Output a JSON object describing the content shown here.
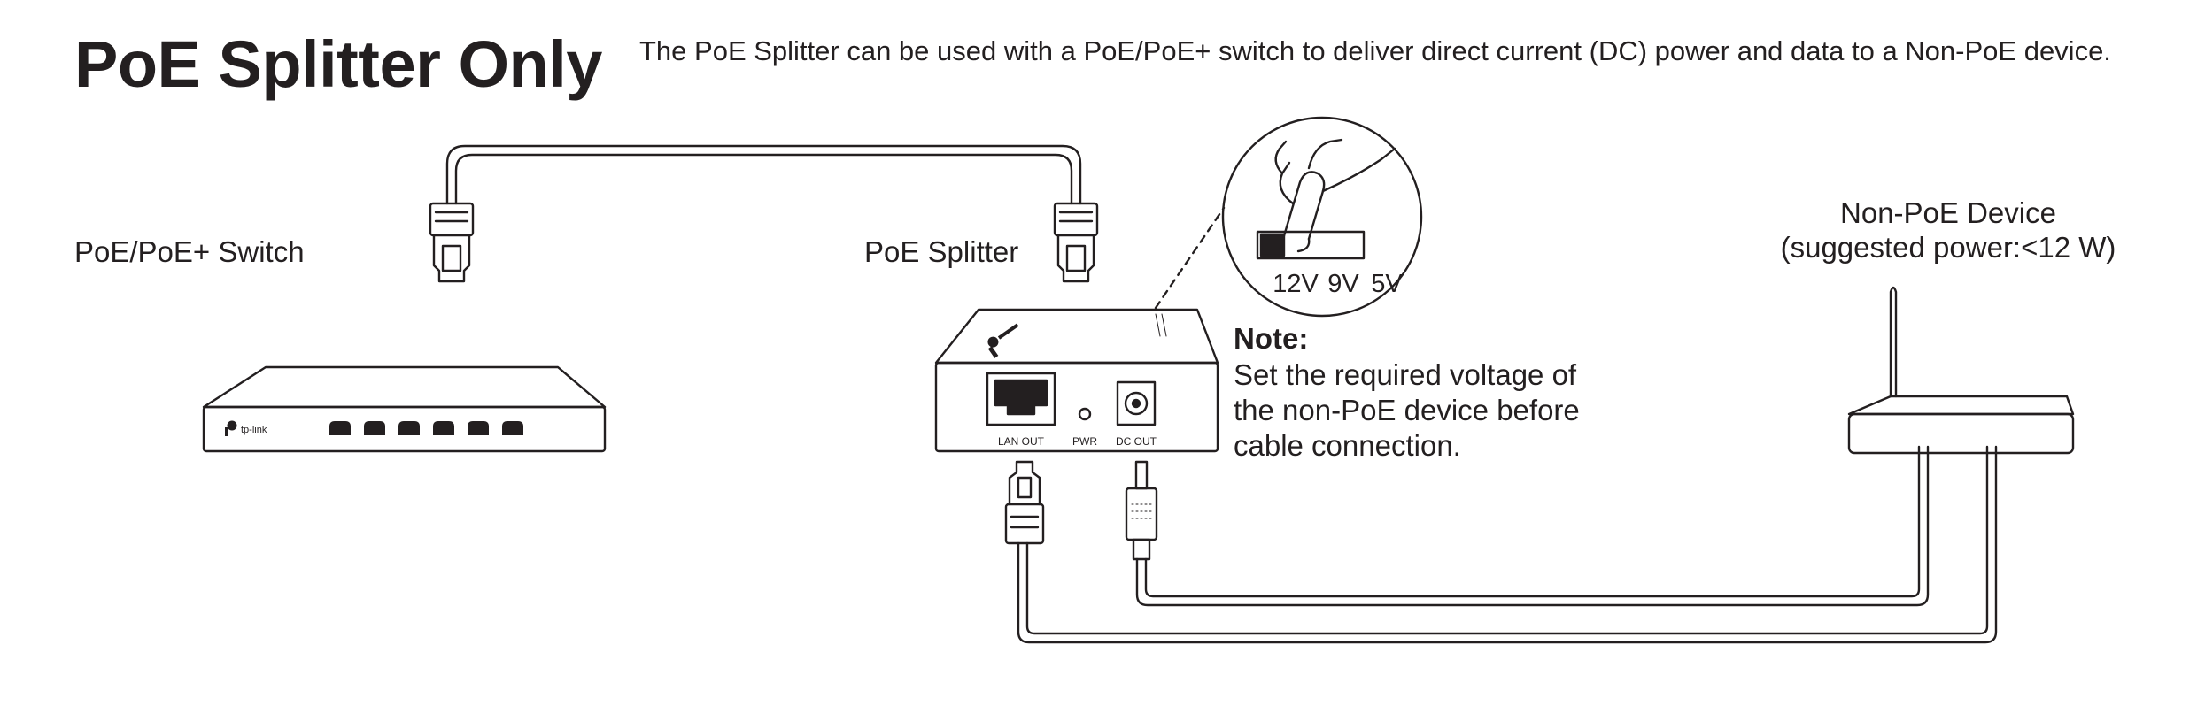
{
  "header": {
    "title": "PoE Splitter Only",
    "description": "The PoE Splitter can be used with a PoE/PoE+ switch to deliver direct current (DC) power and data to a Non-PoE device."
  },
  "devices": {
    "switch": {
      "label": "PoE/PoE+ Switch",
      "brand": "tp-link"
    },
    "splitter": {
      "label": "PoE Splitter",
      "ports": {
        "lan_out": "LAN OUT",
        "pwr": "PWR",
        "dc_out": "DC OUT"
      }
    },
    "non_poe": {
      "label_line1": "Non-PoE Device",
      "label_line2": "(suggested power:<12 W)"
    }
  },
  "voltage_switch": {
    "options": [
      "12V",
      "9V",
      "5V"
    ]
  },
  "note": {
    "title": "Note:",
    "body": "Set the required voltage of the non-PoE device before cable connection."
  },
  "colors": {
    "ink": "#231f20",
    "background": "#ffffff"
  }
}
